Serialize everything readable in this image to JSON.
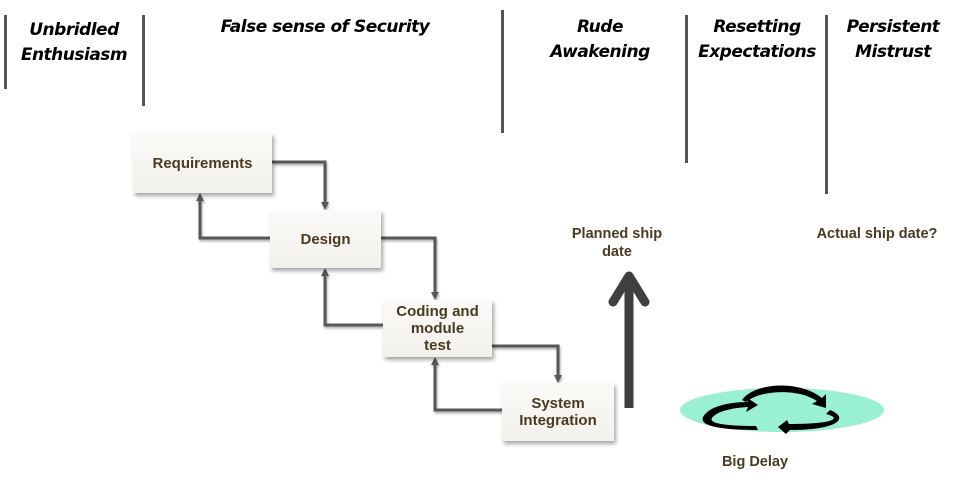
{
  "phases": [
    {
      "id": "unbridled-enthusiasm",
      "label": "Unbridled\nEnthusiasm"
    },
    {
      "id": "false-sense-of-security",
      "label": "False sense of Security"
    },
    {
      "id": "rude-awakening",
      "label": "Rude\nAwakening"
    },
    {
      "id": "resetting-expectations",
      "label": "Resetting\nExpectations"
    },
    {
      "id": "persistent-mistrust",
      "label": "Persistent\nMistrust"
    }
  ],
  "stages": [
    {
      "id": "requirements",
      "label": "Requirements"
    },
    {
      "id": "design",
      "label": "Design"
    },
    {
      "id": "coding",
      "label": "Coding and\nmodule\ntest"
    },
    {
      "id": "system-integration",
      "label": "System\nIntegration"
    }
  ],
  "annotations": {
    "planned_ship_date": "Planned ship\ndate",
    "actual_ship_date": "Actual ship date?",
    "big_delay": "Big Delay"
  },
  "icons": {
    "delay_cycle": "cycle-arrows-icon",
    "planned_marker": "up-arrow-icon"
  },
  "colors": {
    "line": "#595959",
    "divider": "#555555",
    "box_text": "#4a3a20",
    "delay_ellipse": "#9AF0D3",
    "cycle_arrows": "#000000",
    "planned_arrow": "#3f3f3f"
  }
}
